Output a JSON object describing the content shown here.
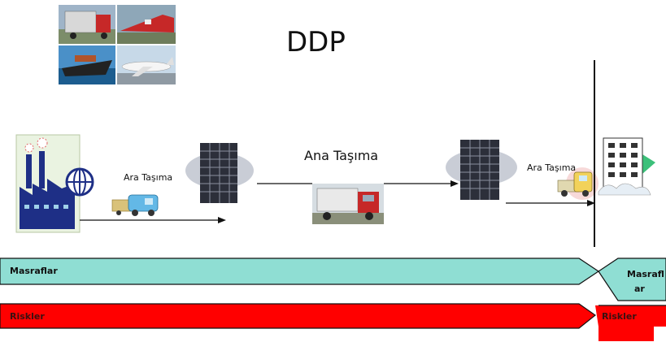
{
  "title": "DDP",
  "labels": {
    "pre_carriage": "Ara Taşıma",
    "main_carriage": "Ana Taşıma",
    "on_carriage": "Ara Taşıma"
  },
  "bands": {
    "costs_seller": "Masraflar",
    "costs_buyer_line1": "Masrafl",
    "costs_buyer_line2": "ar",
    "risks_seller": "Riskler",
    "risks_buyer": "Riskler"
  },
  "colors": {
    "costs_band": "#8fded3",
    "risks_band": "#ff0000"
  }
}
